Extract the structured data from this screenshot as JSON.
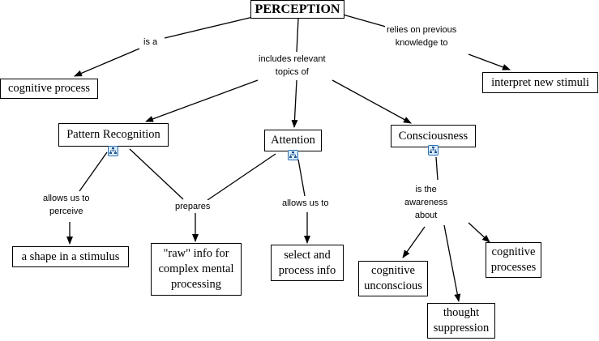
{
  "concepts": {
    "perception": "PERCEPTION",
    "cognitive_process": "cognitive process",
    "interpret_new_stimuli": "interpret new stimuli",
    "pattern_recognition": "Pattern Recognition",
    "attention": "Attention",
    "consciousness": "Consciousness",
    "shape_in_stimulus": "a shape in a stimulus",
    "raw_info_1": "\"raw\" info for",
    "raw_info_2": "complex mental",
    "raw_info_3": "processing",
    "select_process_1": "select and",
    "select_process_2": "process info",
    "cog_unconscious_1": "cognitive",
    "cog_unconscious_2": "unconscious",
    "thought_suppression_1": "thought",
    "thought_suppression_2": "suppression",
    "cog_processes_1": "cognitive",
    "cog_processes_2": "processes"
  },
  "links": {
    "is_a": "is a",
    "relies_1": "relies on previous",
    "relies_2": "knowledge to",
    "includes_1": "includes relevant",
    "includes_2": "topics of",
    "allows_perceive_1": "allows us to",
    "allows_perceive_2": "perceive",
    "prepares": "prepares",
    "allows_to": "allows us to",
    "awareness_1": "is the",
    "awareness_2": "awareness",
    "awareness_3": "about"
  },
  "icons": [
    "concept-map-icon",
    "concept-map-icon",
    "concept-map-icon"
  ]
}
